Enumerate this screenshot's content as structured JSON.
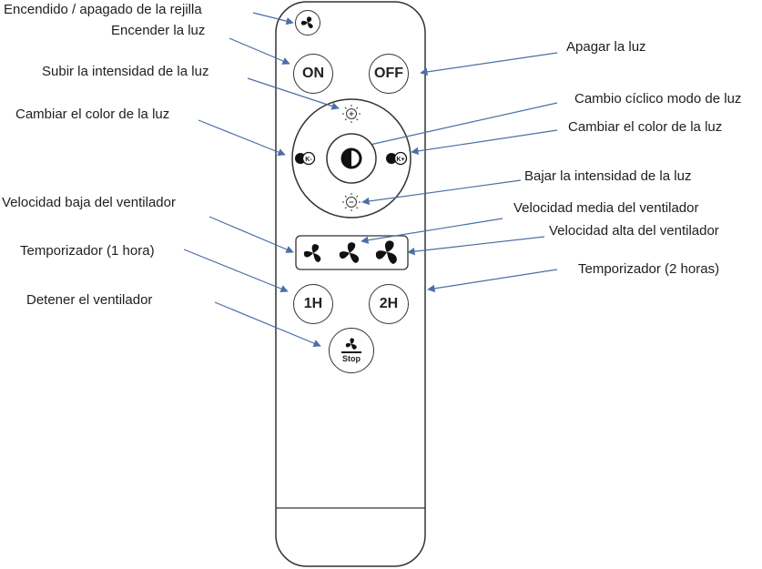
{
  "labels": {
    "grille": "Encendido / apagado de la rejilla",
    "light_on": "Encender la luz",
    "light_off": "Apagar la luz",
    "brightness_up": "Subir la intensidad de la luz",
    "mode_cycle": "Cambio cíclico modo de luz",
    "color_left": "Cambiar el color de la luz",
    "color_right": "Cambiar el color de la luz",
    "brightness_down": "Bajar la intensidad de la luz",
    "fan_low": "Velocidad baja del ventilador",
    "fan_mid": "Velocidad media del ventilador",
    "fan_high": "Velocidad alta del ventilador",
    "timer_1h": "Temporizador (1 hora)",
    "timer_2h": "Temporizador (2 horas)",
    "fan_stop": "Detener el ventilador"
  },
  "remote": {
    "on_label": "ON",
    "off_label": "OFF",
    "timer1_label": "1H",
    "timer2_label": "2H",
    "stop_label": "Stop",
    "k_minus": "K-",
    "k_plus": "K+"
  },
  "colors": {
    "arrow": "#4a6fa5",
    "outline": "#333333"
  }
}
